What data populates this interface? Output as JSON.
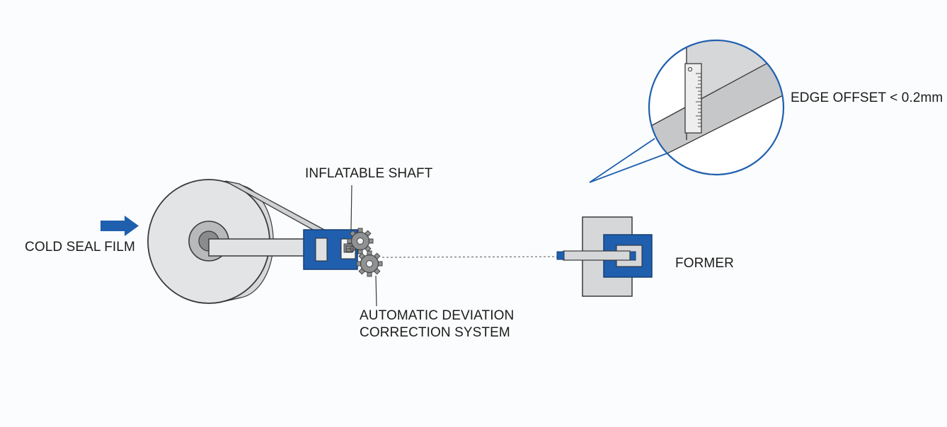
{
  "labels": {
    "cold_seal_film": "COLD SEAL FILM",
    "inflatable_shaft": "INFLATABLE SHAFT",
    "adc_line1": "AUTOMATIC DEVIATION",
    "adc_line2": "CORRECTION SYSTEM",
    "former": "FORMER",
    "edge_offset": "EDGE OFFSET < 0.2mm"
  },
  "colors": {
    "accent_blue": "#1f5fae",
    "roll_fill": "#dedfe1",
    "outline": "#3a3a3a",
    "background": "#fbfcfd"
  }
}
